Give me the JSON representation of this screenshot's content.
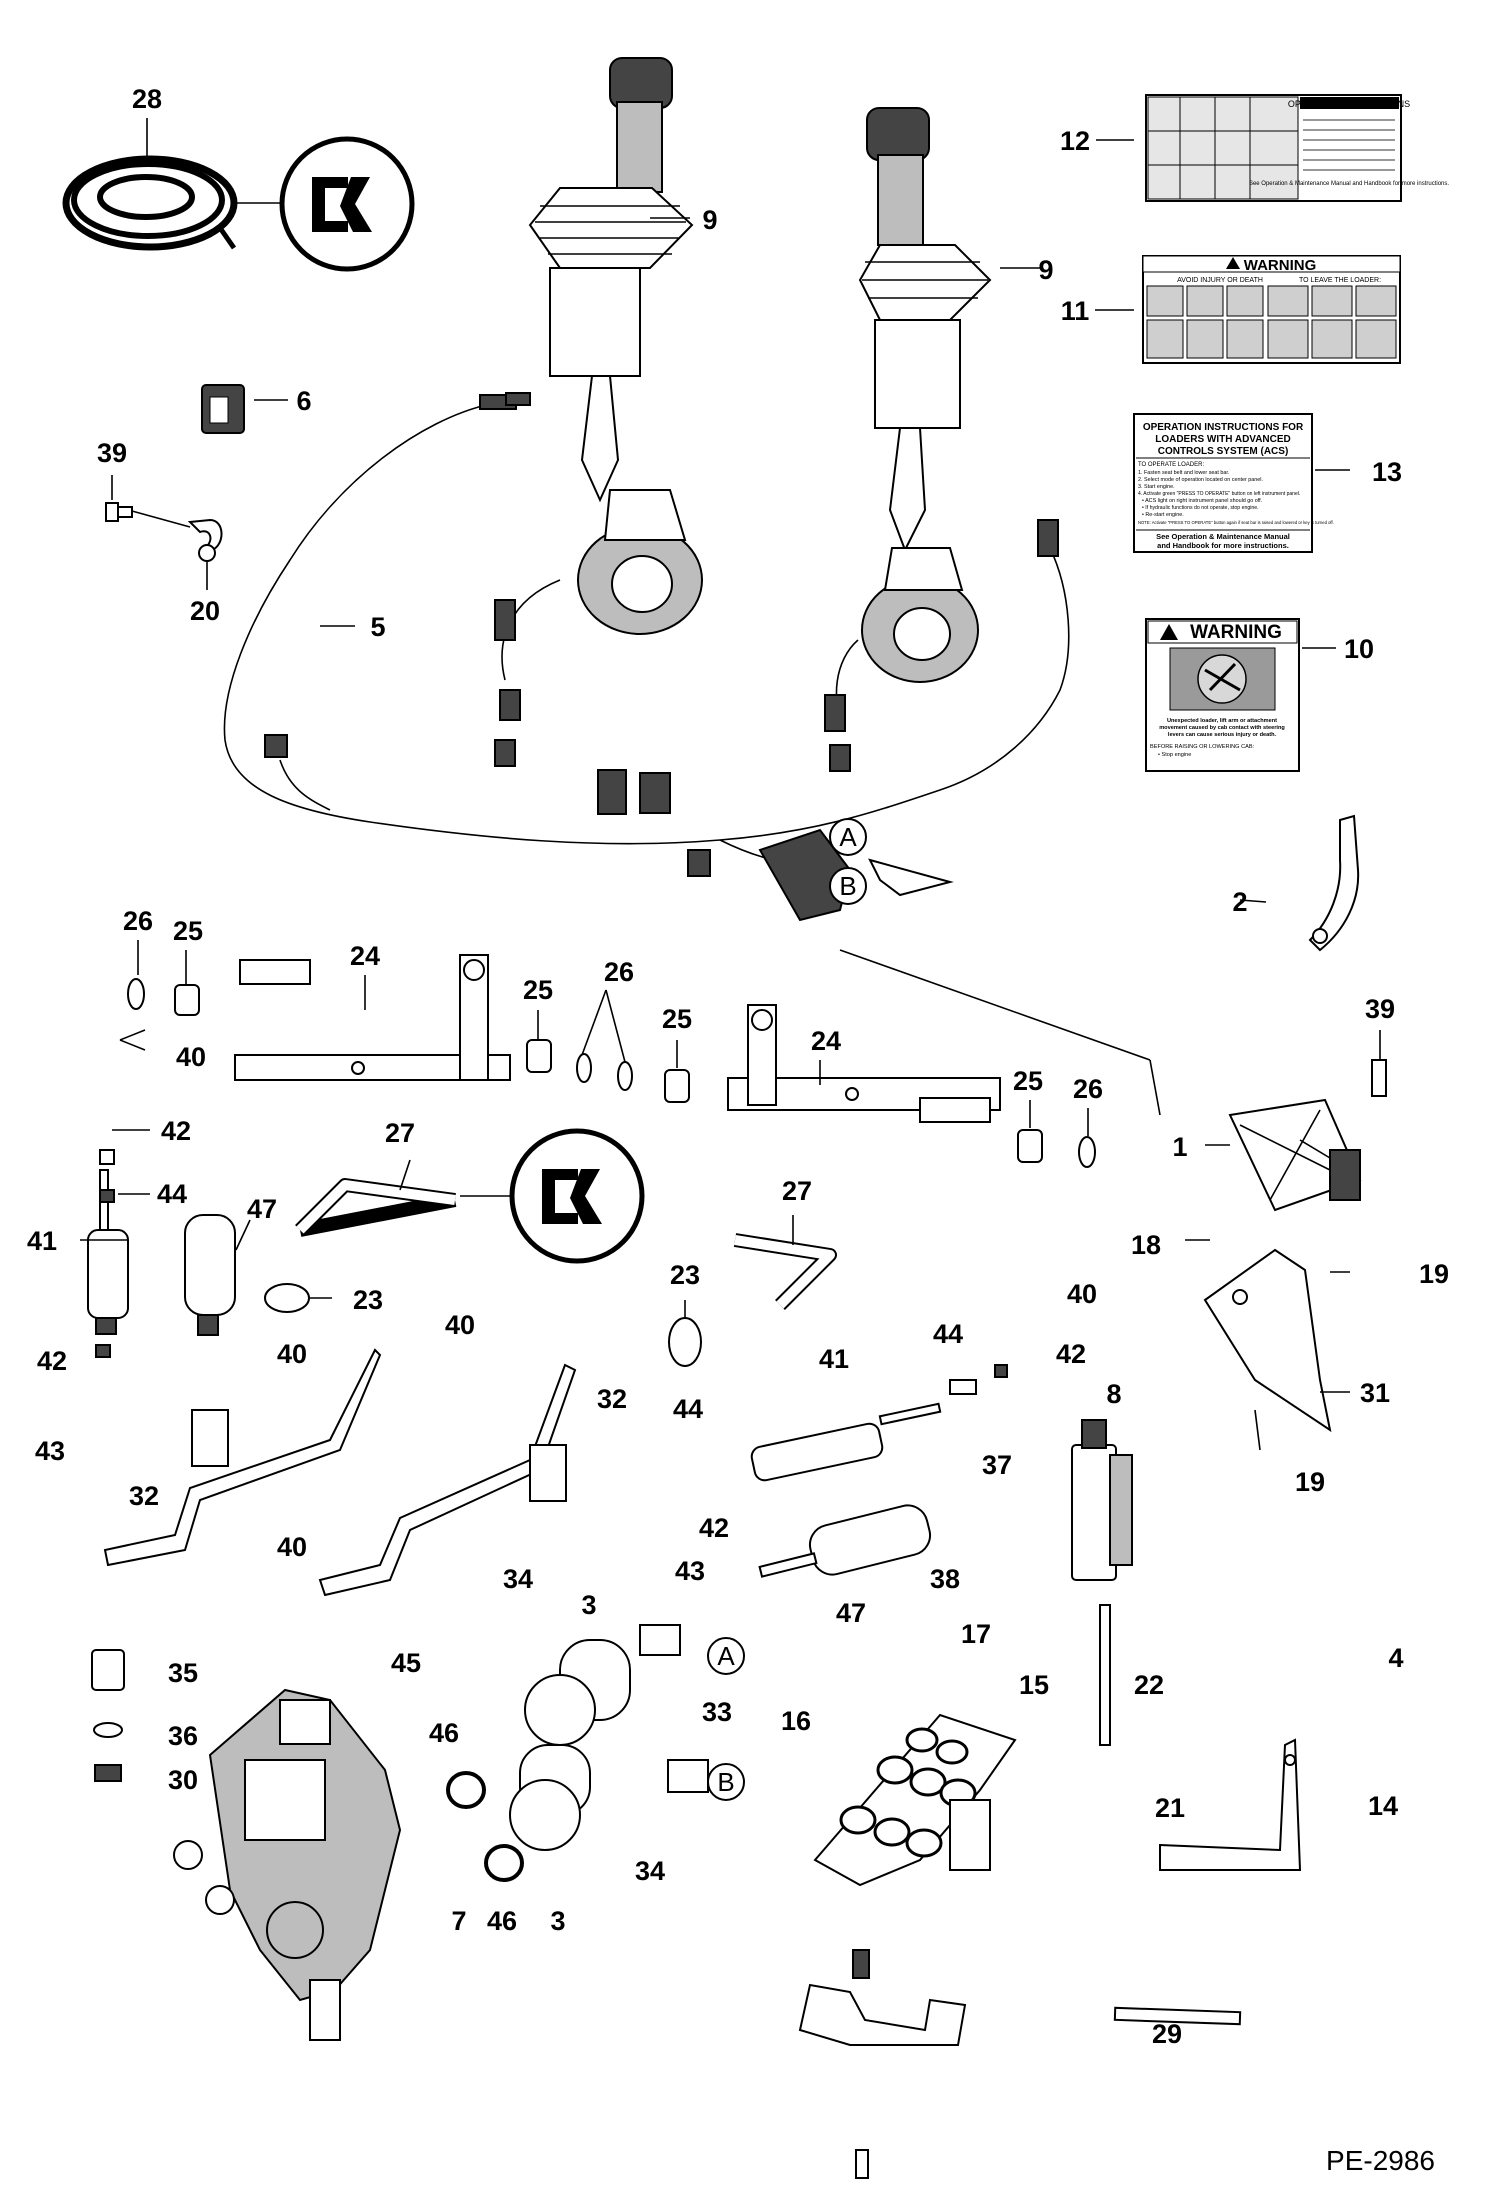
{
  "reference_code": "PE-2986",
  "callouts": [
    "28",
    "12",
    "9",
    "9",
    "11",
    "6",
    "39",
    "13",
    "20",
    "5",
    "10",
    "2",
    "26",
    "25",
    "24",
    "25",
    "26",
    "25",
    "24",
    "39",
    "40",
    "25",
    "26",
    "1",
    "42",
    "44",
    "27",
    "27",
    "47",
    "41",
    "18",
    "19",
    "23",
    "23",
    "40",
    "44",
    "40",
    "40",
    "42",
    "42",
    "43",
    "32",
    "44",
    "41",
    "8",
    "31",
    "32",
    "42",
    "40",
    "43",
    "37",
    "19",
    "47",
    "38",
    "34",
    "3",
    "17",
    "4",
    "35",
    "45",
    "33",
    "15",
    "22",
    "36",
    "46",
    "16",
    "30",
    "21",
    "14",
    "46",
    "3",
    "34",
    "7",
    "29"
  ],
  "connector_labels": [
    "A",
    "B",
    "A",
    "B"
  ],
  "decals": {
    "operation_instructions": {
      "title": "OPERATION INSTRUCTIONS",
      "footer": "See Operation & Maintenance Manual and Handbook for more instructions."
    },
    "warning_leave_loader": {
      "title": "WARNING",
      "subtitle": "AVOID INJURY OR DEATH",
      "section": "TO LEAVE THE LOADER:"
    },
    "acs_instructions": {
      "title_line1": "OPERATION INSTRUCTIONS FOR",
      "title_line2": "LOADERS WITH ADVANCED",
      "title_line3": "CONTROLS SYSTEM (ACS)",
      "heading": "TO OPERATE LOADER:",
      "steps": [
        "1. Fasten seat belt and lower seat bar.",
        "2. Select mode of operation located on center panel.",
        "3. Start engine.",
        "4. Activate green \"PRESS TO OPERATE\" button on left instrument panel.",
        "• ACS light on right instrument panel should go off.",
        "• If hydraulic functions do not operate, stop engine.",
        "• Re-start engine."
      ],
      "note": "NOTE: Activate \"PRESS TO OPERATE\" button again if seat bar is raised and lowered or key is turned off.",
      "footer1": "See Operation & Maintenance Manual",
      "footer2": "and Handbook for more instructions."
    },
    "warning_cab": {
      "title": "WARNING",
      "body1": "Unexpected loader, lift arm or attachment",
      "body2": "movement caused by cab contact with steering",
      "body3": "levers can cause serious injury or death.",
      "before": "BEFORE RAISING OR LOWERING CAB:",
      "bullet": "• Stop engine"
    }
  }
}
